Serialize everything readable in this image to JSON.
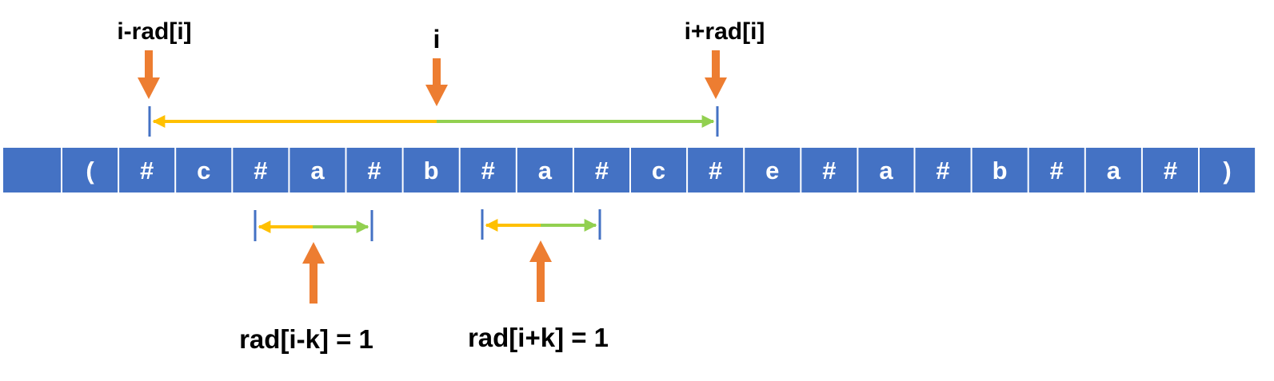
{
  "labels": {
    "left_bound": "i-rad[i]",
    "center": "i",
    "right_bound": "i+rad[i]",
    "left_mirror": "rad[i-k] = 1",
    "right_mirror": "rad[i+k] = 1"
  },
  "cells": [
    "",
    "(",
    "#",
    "c",
    "#",
    "a",
    "#",
    "b",
    "#",
    "a",
    "#",
    "c",
    "#",
    "e",
    "#",
    "a",
    "#",
    "b",
    "#",
    "a",
    "#",
    ")"
  ],
  "colors": {
    "cell_fill": "#4472C4",
    "cell_text": "#FFFFFF",
    "pointer_arrow": "#ED7D31",
    "left_half": "#FFC000",
    "right_half": "#92D050",
    "bound_tick": "#4472C4"
  }
}
